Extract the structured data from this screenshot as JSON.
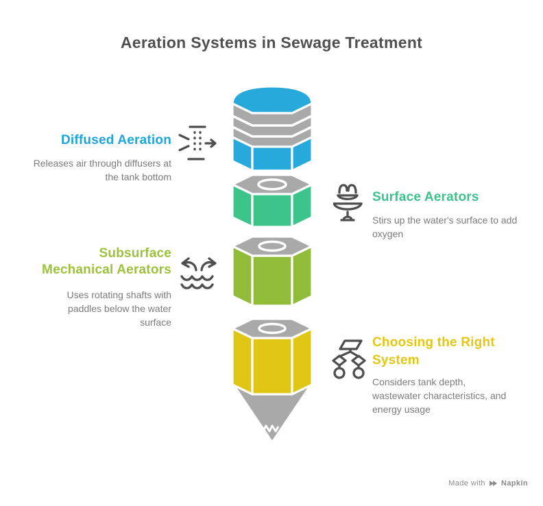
{
  "title": "Aeration Systems in Sewage Treatment",
  "sections": [
    {
      "heading": "Diffused Aeration",
      "description": "Releases air through diffusers at the tank bottom",
      "color": "#1ea5d9",
      "segment_color": "#27a9db",
      "icon": "diffuser-icon"
    },
    {
      "heading": "Surface Aerators",
      "description": "Stirs up the water's surface to add oxygen",
      "color": "#3ec18d",
      "segment_color": "#3dc48b",
      "icon": "fountain-icon"
    },
    {
      "heading": "Subsurface Mechanical Aerators",
      "description": "Uses rotating shafts with paddles below the water surface",
      "color": "#9cc23c",
      "segment_color": "#90bc3a",
      "icon": "rotation-waves-icon"
    },
    {
      "heading": "Choosing the Right System",
      "description": "Considers tank depth, wastewater characteristics, and energy usage",
      "color": "#e3c713",
      "segment_color": "#e0c614",
      "icon": "decision-tree-icon"
    }
  ],
  "pencil": {
    "gray": "#a9a9a9",
    "outline": "#ffffff"
  },
  "icons": {
    "color": "#4e4e4e"
  },
  "footer": {
    "made_with": "Made with",
    "brand": "Napkin",
    "color": "#8a8a8a"
  }
}
